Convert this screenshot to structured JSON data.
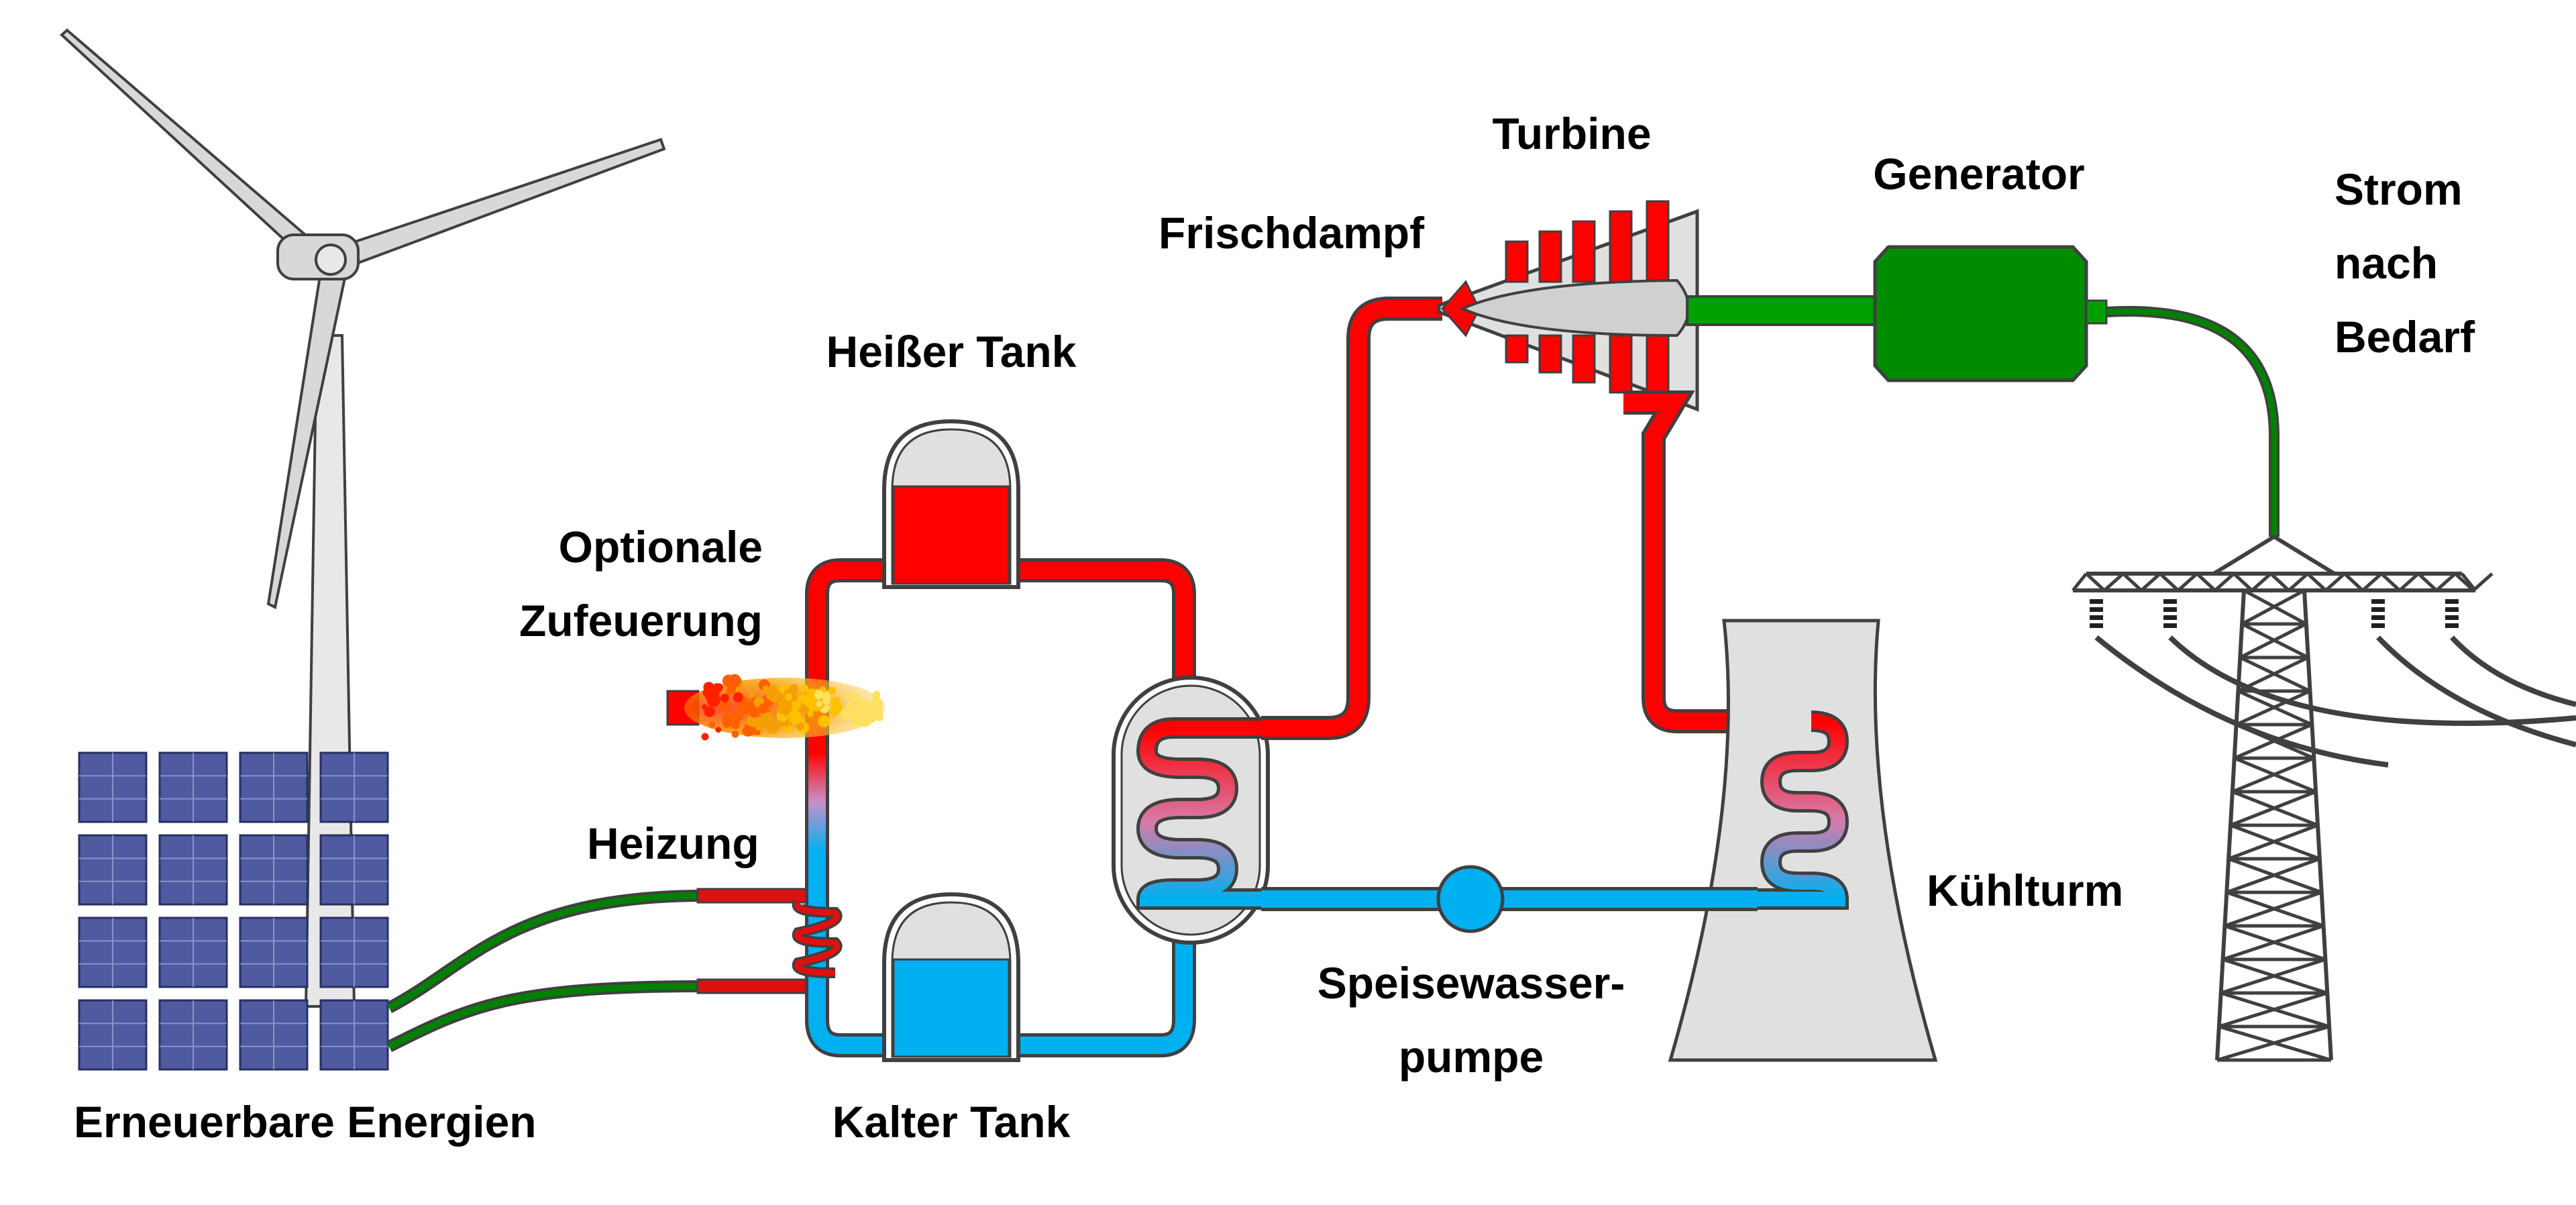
{
  "labels": {
    "renewables": "Erneuerbare Energien",
    "heating": "Heizung",
    "optional_firing_line1": "Optionale",
    "optional_firing_line2": "Zufeuerung",
    "hot_tank": "Heißer Tank",
    "cold_tank": "Kalter Tank",
    "live_steam": "Frischdampf",
    "turbine": "Turbine",
    "generator": "Generator",
    "power_line1": "Strom",
    "power_line2": "nach",
    "power_line3": "Bedarf",
    "cooling_tower": "Kühlturm",
    "feedwater_pump_line1": "Speisewasser-",
    "feedwater_pump_line2": "pumpe"
  },
  "colors": {
    "hot": "#ff0000",
    "cold": "#00b0f0",
    "electric": "#008000",
    "generator": "#00a000",
    "solar_cell": "#4f5aa0",
    "structure_fill": "#e0e0e0",
    "outline": "#404040",
    "flame": "#f5a000"
  },
  "icons": [
    "wind-turbine-icon",
    "solar-panel-icon",
    "flame-icon",
    "pylon-icon",
    "cooling-tower-icon",
    "turbine-icon",
    "generator-icon",
    "pump-icon"
  ]
}
